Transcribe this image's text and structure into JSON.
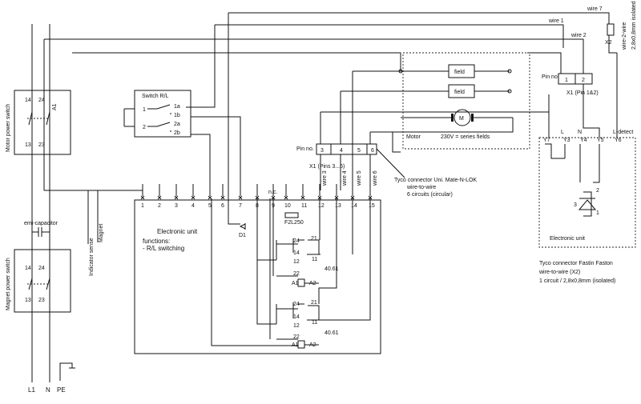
{
  "wires": {
    "w7": "wire 7",
    "w1": "wire 1",
    "w2": "wire 2",
    "w2wire_a": "wire-2-wire",
    "w2wire_b": "2,8x0,8mm isolated",
    "x2": "X2"
  },
  "motor_switch": {
    "label": "Motor power switch",
    "t14": "14",
    "t24": "24",
    "t13": "13",
    "t23": "23",
    "a1": "A1"
  },
  "magnet_switch": {
    "label": "Magnet power switch",
    "t14": "14",
    "t24": "24",
    "t13": "13",
    "t23": "23"
  },
  "emi": "emi-capacitor",
  "switch_rl": {
    "title": "Switch R/L",
    "p1a": "1a",
    "p1b": "1b",
    "p2a": "2a",
    "p2b": "2b",
    "n1": "1",
    "n2": "2"
  },
  "motor_block": {
    "field1": "field",
    "field2": "field",
    "m": "M",
    "label": "Motor",
    "desc": "230V = series fields"
  },
  "x1_top": {
    "pin_no": "Pin no.",
    "p1": "1",
    "p2": "2",
    "label": "X1 (Pin 1&2)"
  },
  "x1_mid": {
    "pin_no": "Pin no.",
    "p3": "3",
    "p4": "4",
    "p5": "5",
    "p6": "6",
    "label": "X1 (Pins 3...6)"
  },
  "tyco_x1": {
    "l1": "Tyco connector Uni. Mate-N-LOK",
    "l2": "wire-to-wire",
    "l3": "6 circuits (circular)"
  },
  "tyco_x2": {
    "l1": "Tyco connector Fastin Faston",
    "l2": "wire-to-wire (X2)",
    "l3": "1 circuit / 2,8x0,8mm (isolated)"
  },
  "right_unit": {
    "l": "L",
    "n": "N",
    "ldetect": "L-detect",
    "y7": "Y7",
    "y3": "Y3",
    "y4": "Y4",
    "y5": "Y5",
    "y6": "Y6",
    "label": "Electronic unit",
    "z1": "1",
    "z2": "2",
    "z3": "3"
  },
  "terminals": [
    "1",
    "2",
    "3",
    "4",
    "5",
    "6",
    "7",
    "8",
    "9",
    "10",
    "11",
    "12",
    "13",
    "14",
    "15"
  ],
  "nc": "n.c.",
  "fuse": "F2L250",
  "diode": "D1",
  "wire_tags": [
    "wire 3",
    "wire 4",
    "wire 5",
    "wire 6"
  ],
  "side_labels": {
    "indicator": "Indicator sense",
    "magnet": "Magnet"
  },
  "eu": {
    "title": "Electronic unit",
    "fn1": "functions:",
    "fn2": "- R/L switching"
  },
  "relay1": {
    "c24": "24",
    "c14": "14",
    "c12": "12",
    "c22": "22",
    "c21": "21",
    "c11": "11",
    "a1": "A1",
    "a2": "A2",
    "name": "40.61"
  },
  "relay2": {
    "c24": "24",
    "c14": "14",
    "c12": "12",
    "c22": "22",
    "c21": "21",
    "c11": "11",
    "a1": "A1",
    "a2": "A2",
    "name": "40.61"
  },
  "bottom": {
    "l1": "L1",
    "n": "N",
    "pe": "PE"
  }
}
